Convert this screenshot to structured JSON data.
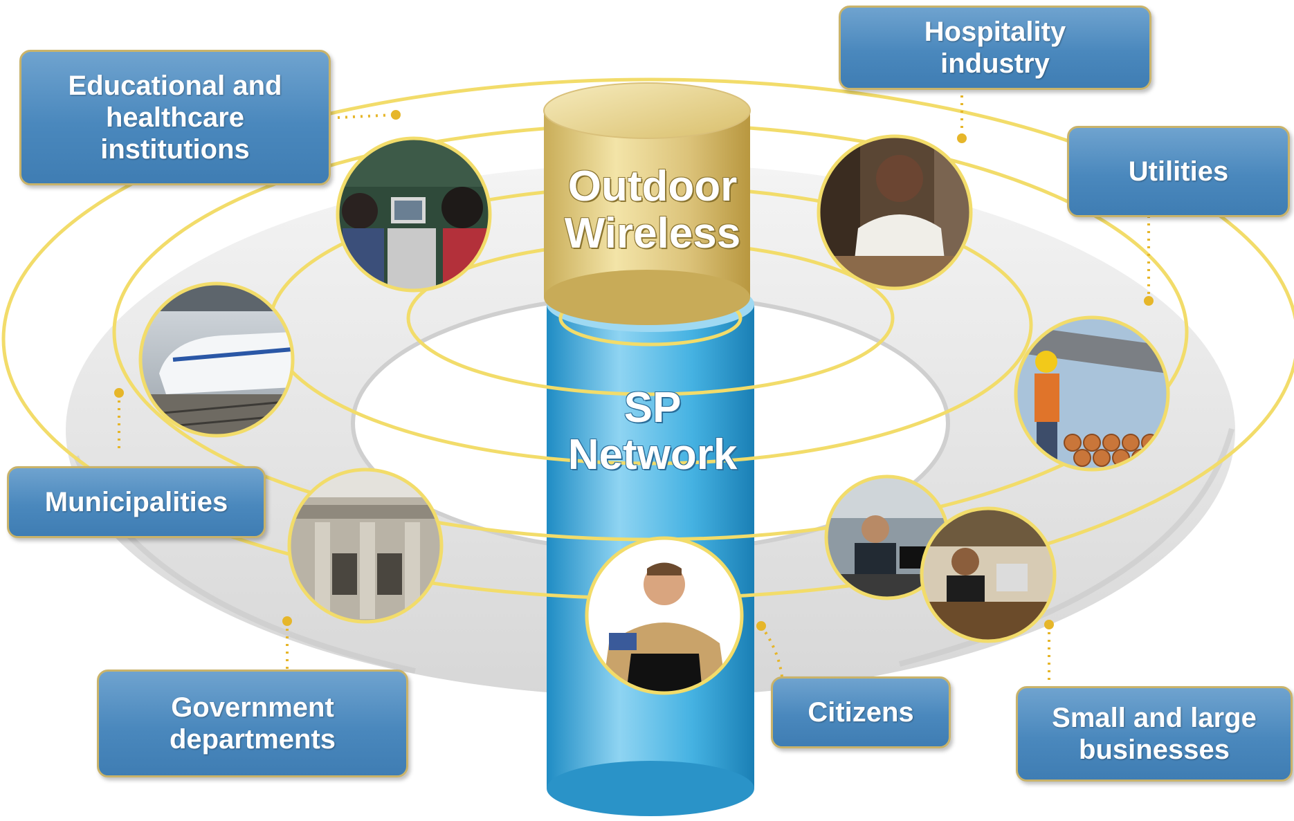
{
  "core": {
    "top_cylinder_label_line1": "Outdoor",
    "top_cylinder_label_line2": "Wireless",
    "bottom_cylinder_label_line1": "SP",
    "bottom_cylinder_label_line2": "Network"
  },
  "segments": [
    {
      "id": "education",
      "lines": [
        "Educational and",
        "healthcare",
        "institutions"
      ],
      "photo_icon": "classroom-photo"
    },
    {
      "id": "hospitality",
      "lines": [
        "Hospitality",
        "industry"
      ],
      "photo_icon": "hospitality-photo"
    },
    {
      "id": "utilities",
      "lines": [
        "Utilities"
      ],
      "photo_icon": "worker-photo"
    },
    {
      "id": "municipalities",
      "lines": [
        "Municipalities"
      ],
      "photo_icon": "train-photo"
    },
    {
      "id": "government",
      "lines": [
        "Government",
        "departments"
      ],
      "photo_icon": "building-photo"
    },
    {
      "id": "citizens",
      "lines": [
        "Citizens"
      ],
      "photo_icon": "laptop-user-photo"
    },
    {
      "id": "businesses",
      "lines": [
        "Small and large",
        "businesses"
      ],
      "photo_icon": "office-photo"
    }
  ],
  "colors": {
    "box_blue": "#4a88bd",
    "box_border": "#c9b36a",
    "ring_gold": "#f2dc6a",
    "cylinder_gold": "#d8c27a",
    "cylinder_blue": "#3aa9dc",
    "platform_grey": "#e6e6e6"
  }
}
